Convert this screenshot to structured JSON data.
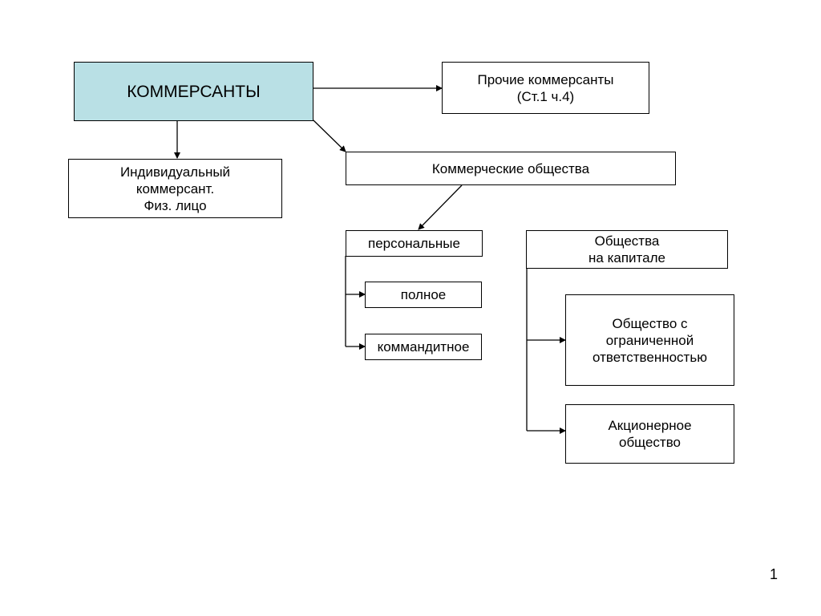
{
  "diagram": {
    "root": {
      "label": "КОММЕРСАНТЫ",
      "fill": "#b9e0e5"
    },
    "other_merchants": {
      "label": "Прочие коммерсанты\n(Ст.1 ч.4)"
    },
    "individual": {
      "label": "Индивидуальный\nкоммерсант.\nФиз. лицо"
    },
    "commercial_companies": {
      "label": "Коммерческие общества"
    },
    "personal": {
      "label": "персональные"
    },
    "full": {
      "label": "полное"
    },
    "limited": {
      "label": "коммандитное"
    },
    "capital": {
      "label": "Общества\nна капитале"
    },
    "llc": {
      "label": "Общество с\nограниченной\nответственностью"
    },
    "joint_stock": {
      "label": "Акционерное\nобщество"
    }
  },
  "slide_number": "1"
}
